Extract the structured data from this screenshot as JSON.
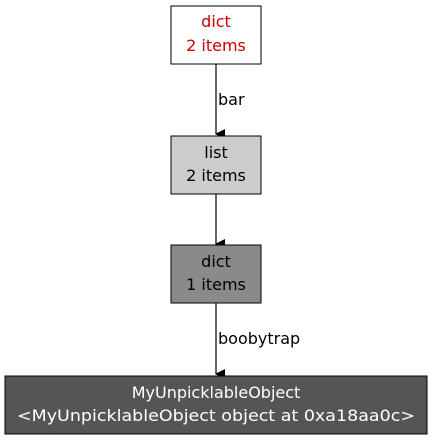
{
  "diagram": {
    "nodes": [
      {
        "id": "root-dict",
        "line1": "dict",
        "line2": "2 items",
        "fill": "#ffffff",
        "text_color": "#cc0000"
      },
      {
        "id": "list",
        "line1": "list",
        "line2": "2 items",
        "fill": "#cccccc",
        "text_color": "#000000"
      },
      {
        "id": "inner-dict",
        "line1": "dict",
        "line2": "1 items",
        "fill": "#8a8a8a",
        "text_color": "#000000"
      },
      {
        "id": "unpicklable-object",
        "line1": "MyUnpicklableObject",
        "line2": "<MyUnpicklableObject object at 0xa18aa0c>",
        "fill": "#555555",
        "text_color": "#ffffff"
      }
    ],
    "edges": [
      {
        "from": "root-dict",
        "to": "list",
        "label": "bar"
      },
      {
        "from": "list",
        "to": "inner-dict",
        "label": ""
      },
      {
        "from": "inner-dict",
        "to": "unpicklable-object",
        "label": "boobytrap"
      }
    ],
    "edge_color": "#000000",
    "border_color": "#000000"
  }
}
